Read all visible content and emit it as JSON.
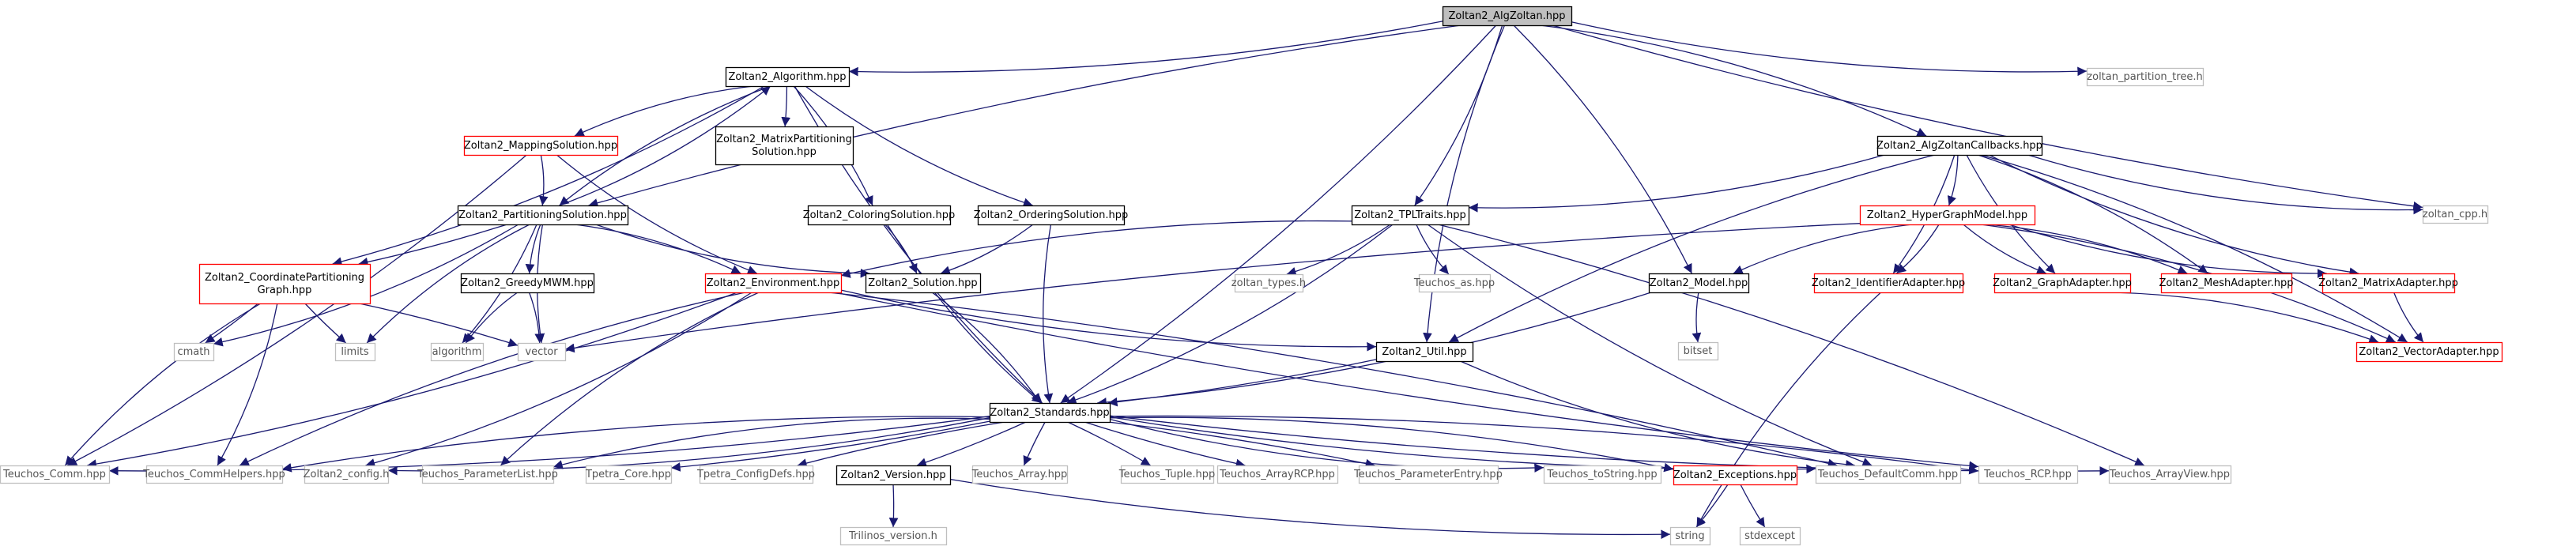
{
  "diagram": {
    "type": "include-dependency-graph",
    "colors": {
      "edge": "#191970",
      "root_fill": "#bfbfbf",
      "documented_border": "#000000",
      "incomplete_border": "#ff0000",
      "system_border": "#bfbfbf",
      "system_text": "#555555"
    },
    "nodes": [
      {
        "id": "root",
        "label": "Zoltan2_AlgZoltan.hpp",
        "kind": "root"
      },
      {
        "id": "algorithm",
        "label": "Zoltan2_Algorithm.hpp",
        "kind": "documented"
      },
      {
        "id": "zpt",
        "label": "zoltan_partition_tree.h",
        "kind": "system"
      },
      {
        "id": "mapsol",
        "label": "Zoltan2_MappingSolution.hpp",
        "kind": "incomplete"
      },
      {
        "id": "matpart",
        "label": "Zoltan2_MatrixPartitioning\nSolution.hpp",
        "kind": "documented"
      },
      {
        "id": "algzcb",
        "label": "Zoltan2_AlgZoltanCallbacks.hpp",
        "kind": "documented"
      },
      {
        "id": "partsol",
        "label": "Zoltan2_PartitioningSolution.hpp",
        "kind": "documented"
      },
      {
        "id": "colsol",
        "label": "Zoltan2_ColoringSolution.hpp",
        "kind": "documented"
      },
      {
        "id": "ordsol",
        "label": "Zoltan2_OrderingSolution.hpp",
        "kind": "documented"
      },
      {
        "id": "tpl",
        "label": "Zoltan2_TPLTraits.hpp",
        "kind": "documented"
      },
      {
        "id": "hgm",
        "label": "Zoltan2_HyperGraphModel.hpp",
        "kind": "incomplete"
      },
      {
        "id": "zcpp",
        "label": "zoltan_cpp.h",
        "kind": "system"
      },
      {
        "id": "cpg",
        "label": "Zoltan2_CoordinatePartitioning\nGraph.hpp",
        "kind": "incomplete"
      },
      {
        "id": "gmwm",
        "label": "Zoltan2_GreedyMWM.hpp",
        "kind": "documented"
      },
      {
        "id": "env",
        "label": "Zoltan2_Environment.hpp",
        "kind": "incomplete"
      },
      {
        "id": "sol",
        "label": "Zoltan2_Solution.hpp",
        "kind": "documented"
      },
      {
        "id": "ztypes",
        "label": "zoltan_types.h",
        "kind": "system"
      },
      {
        "id": "tas",
        "label": "Teuchos_as.hpp",
        "kind": "system"
      },
      {
        "id": "model",
        "label": "Zoltan2_Model.hpp",
        "kind": "documented"
      },
      {
        "id": "idad",
        "label": "Zoltan2_IdentifierAdapter.hpp",
        "kind": "incomplete"
      },
      {
        "id": "gad",
        "label": "Zoltan2_GraphAdapter.hpp",
        "kind": "incomplete"
      },
      {
        "id": "mesh",
        "label": "Zoltan2_MeshAdapter.hpp",
        "kind": "incomplete"
      },
      {
        "id": "matad",
        "label": "Zoltan2_MatrixAdapter.hpp",
        "kind": "incomplete"
      },
      {
        "id": "cmath",
        "label": "cmath",
        "kind": "system"
      },
      {
        "id": "limits",
        "label": "limits",
        "kind": "system"
      },
      {
        "id": "algo",
        "label": "algorithm",
        "kind": "system"
      },
      {
        "id": "vector",
        "label": "vector",
        "kind": "system"
      },
      {
        "id": "util",
        "label": "Zoltan2_Util.hpp",
        "kind": "documented"
      },
      {
        "id": "bitset",
        "label": "bitset",
        "kind": "system"
      },
      {
        "id": "vecad",
        "label": "Zoltan2_VectorAdapter.hpp",
        "kind": "incomplete"
      },
      {
        "id": "std",
        "label": "Zoltan2_Standards.hpp",
        "kind": "documented"
      },
      {
        "id": "tcomm",
        "label": "Teuchos_Comm.hpp",
        "kind": "system"
      },
      {
        "id": "tcommh",
        "label": "Teuchos_CommHelpers.hpp",
        "kind": "system"
      },
      {
        "id": "zconf",
        "label": "Zoltan2_config.h",
        "kind": "system"
      },
      {
        "id": "tpl2",
        "label": "Teuchos_ParameterList.hpp",
        "kind": "system"
      },
      {
        "id": "tpcore",
        "label": "Tpetra_Core.hpp",
        "kind": "system"
      },
      {
        "id": "tpcfg",
        "label": "Tpetra_ConfigDefs.hpp",
        "kind": "system"
      },
      {
        "id": "ver",
        "label": "Zoltan2_Version.hpp",
        "kind": "documented"
      },
      {
        "id": "tarr",
        "label": "Teuchos_Array.hpp",
        "kind": "system"
      },
      {
        "id": "ttup",
        "label": "Teuchos_Tuple.hpp",
        "kind": "system"
      },
      {
        "id": "tarcp",
        "label": "Teuchos_ArrayRCP.hpp",
        "kind": "system"
      },
      {
        "id": "tpe",
        "label": "Teuchos_ParameterEntry.hpp",
        "kind": "system"
      },
      {
        "id": "tts",
        "label": "Teuchos_toString.hpp",
        "kind": "system"
      },
      {
        "id": "exc",
        "label": "Zoltan2_Exceptions.hpp",
        "kind": "incomplete"
      },
      {
        "id": "tdc",
        "label": "Teuchos_DefaultComm.hpp",
        "kind": "system"
      },
      {
        "id": "trcp",
        "label": "Teuchos_RCP.hpp",
        "kind": "system"
      },
      {
        "id": "tav",
        "label": "Teuchos_ArrayView.hpp",
        "kind": "system"
      },
      {
        "id": "trilv",
        "label": "Trilinos_version.h",
        "kind": "system"
      },
      {
        "id": "string",
        "label": "string",
        "kind": "system"
      },
      {
        "id": "stdexc",
        "label": "stdexcept",
        "kind": "system"
      }
    ],
    "edges": [
      [
        "root",
        "algorithm"
      ],
      [
        "root",
        "zpt"
      ],
      [
        "root",
        "algzcb"
      ],
      [
        "root",
        "partsol"
      ],
      [
        "root",
        "tpl"
      ],
      [
        "root",
        "zcpp"
      ],
      [
        "root",
        "model"
      ],
      [
        "root",
        "util"
      ],
      [
        "root",
        "std"
      ],
      [
        "algorithm",
        "mapsol"
      ],
      [
        "algorithm",
        "matpart"
      ],
      [
        "algorithm",
        "partsol"
      ],
      [
        "algorithm",
        "colsol"
      ],
      [
        "algorithm",
        "ordsol"
      ],
      [
        "algorithm",
        "cpg"
      ],
      [
        "algorithm",
        "std"
      ],
      [
        "mapsol",
        "partsol"
      ],
      [
        "mapsol",
        "env"
      ],
      [
        "mapsol",
        "tcomm"
      ],
      [
        "partsol",
        "algorithm"
      ],
      [
        "partsol",
        "cpg"
      ],
      [
        "partsol",
        "gmwm"
      ],
      [
        "partsol",
        "env"
      ],
      [
        "partsol",
        "sol"
      ],
      [
        "partsol",
        "cmath"
      ],
      [
        "partsol",
        "limits"
      ],
      [
        "partsol",
        "algo"
      ],
      [
        "partsol",
        "vector"
      ],
      [
        "colsol",
        "sol"
      ],
      [
        "colsol",
        "std"
      ],
      [
        "ordsol",
        "sol"
      ],
      [
        "ordsol",
        "std"
      ],
      [
        "algzcb",
        "tpl"
      ],
      [
        "algzcb",
        "zcpp"
      ],
      [
        "algzcb",
        "hgm"
      ],
      [
        "algzcb",
        "util"
      ],
      [
        "algzcb",
        "idad"
      ],
      [
        "algzcb",
        "gad"
      ],
      [
        "algzcb",
        "mesh"
      ],
      [
        "algzcb",
        "matad"
      ],
      [
        "algzcb",
        "vecad"
      ],
      [
        "tpl",
        "env"
      ],
      [
        "tpl",
        "ztypes"
      ],
      [
        "tpl",
        "tas"
      ],
      [
        "tpl",
        "std"
      ],
      [
        "tpl",
        "tdc"
      ],
      [
        "tpl",
        "tav"
      ],
      [
        "hgm",
        "model"
      ],
      [
        "hgm",
        "idad"
      ],
      [
        "hgm",
        "gad"
      ],
      [
        "hgm",
        "mesh"
      ],
      [
        "hgm",
        "matad"
      ],
      [
        "hgm",
        "vecad"
      ],
      [
        "hgm",
        "vector"
      ],
      [
        "cpg",
        "cmath"
      ],
      [
        "cpg",
        "limits"
      ],
      [
        "cpg",
        "vector"
      ],
      [
        "cpg",
        "tcomm"
      ],
      [
        "cpg",
        "tcommh"
      ],
      [
        "gmwm",
        "algo"
      ],
      [
        "gmwm",
        "vector"
      ],
      [
        "env",
        "util"
      ],
      [
        "env",
        "tcomm"
      ],
      [
        "env",
        "tcommh"
      ],
      [
        "env",
        "zconf"
      ],
      [
        "env",
        "tpl2"
      ],
      [
        "env",
        "tdc"
      ],
      [
        "env",
        "trcp"
      ],
      [
        "sol",
        "std"
      ],
      [
        "model",
        "bitset"
      ],
      [
        "model",
        "std"
      ],
      [
        "idad",
        "string"
      ],
      [
        "gad",
        "vecad"
      ],
      [
        "matad",
        "vecad"
      ],
      [
        "util",
        "std"
      ],
      [
        "util",
        "tdc"
      ],
      [
        "std",
        "tcomm"
      ],
      [
        "std",
        "tcommh"
      ],
      [
        "std",
        "zconf"
      ],
      [
        "std",
        "tpl2"
      ],
      [
        "std",
        "tpcore"
      ],
      [
        "std",
        "tpcfg"
      ],
      [
        "std",
        "ver"
      ],
      [
        "std",
        "tarr"
      ],
      [
        "std",
        "ttup"
      ],
      [
        "std",
        "tarcp"
      ],
      [
        "std",
        "tpe"
      ],
      [
        "std",
        "tts"
      ],
      [
        "std",
        "exc"
      ],
      [
        "std",
        "tdc"
      ],
      [
        "std",
        "trcp"
      ],
      [
        "std",
        "tav"
      ],
      [
        "ver",
        "trilv"
      ],
      [
        "ver",
        "string"
      ],
      [
        "exc",
        "string"
      ],
      [
        "exc",
        "stdexc"
      ]
    ]
  }
}
